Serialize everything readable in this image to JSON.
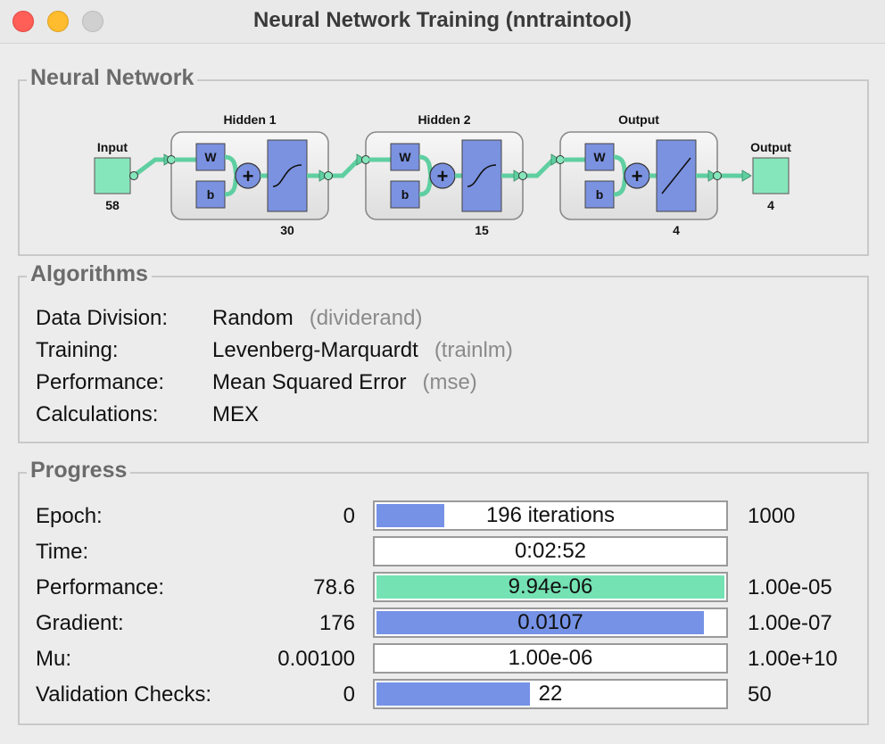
{
  "window": {
    "title": "Neural Network Training (nntraintool)"
  },
  "colors": {
    "blue_fill": "#7592e6",
    "green_fill": "#74e2b3",
    "node_blue": "#7b92e0",
    "node_green": "#86e6bb",
    "wire": "#5fcfa1"
  },
  "network": {
    "title": "Neural Network",
    "input": {
      "label": "Input",
      "size": "58"
    },
    "layers": [
      {
        "name": "Hidden 1",
        "size": "30",
        "weight": "W",
        "bias": "b",
        "transfer": "sigmoid"
      },
      {
        "name": "Hidden 2",
        "size": "15",
        "weight": "W",
        "bias": "b",
        "transfer": "sigmoid"
      },
      {
        "name": "Output",
        "size": "4",
        "weight": "W",
        "bias": "b",
        "transfer": "linear"
      }
    ],
    "output": {
      "label": "Output",
      "size": "4"
    },
    "sum_symbol": "+"
  },
  "algorithms": {
    "title": "Algorithms",
    "rows": [
      {
        "label": "Data Division:",
        "value": "Random",
        "func": "(dividerand)"
      },
      {
        "label": "Training:",
        "value": "Levenberg-Marquardt",
        "func": "(trainlm)"
      },
      {
        "label": "Performance:",
        "value": "Mean Squared Error",
        "func": "(mse)"
      },
      {
        "label": "Calculations:",
        "value": "MEX",
        "func": ""
      }
    ]
  },
  "progress": {
    "title": "Progress",
    "rows": [
      {
        "label": "Epoch:",
        "start": "0",
        "current": "196 iterations",
        "end": "1000",
        "fraction": 0.196,
        "color": "blue"
      },
      {
        "label": "Time:",
        "start": "",
        "current": "0:02:52",
        "end": "",
        "fraction": 0,
        "color": "blue"
      },
      {
        "label": "Performance:",
        "start": "78.6",
        "current": "9.94e-06",
        "end": "1.00e-05",
        "fraction": 1.0,
        "color": "green"
      },
      {
        "label": "Gradient:",
        "start": "176",
        "current": "0.0107",
        "end": "1.00e-07",
        "fraction": 0.94,
        "color": "blue"
      },
      {
        "label": "Mu:",
        "start": "0.00100",
        "current": "1.00e-06",
        "end": "1.00e+10",
        "fraction": 0,
        "color": "blue"
      },
      {
        "label": "Validation Checks:",
        "start": "0",
        "current": "22",
        "end": "50",
        "fraction": 0.44,
        "color": "blue"
      }
    ]
  }
}
